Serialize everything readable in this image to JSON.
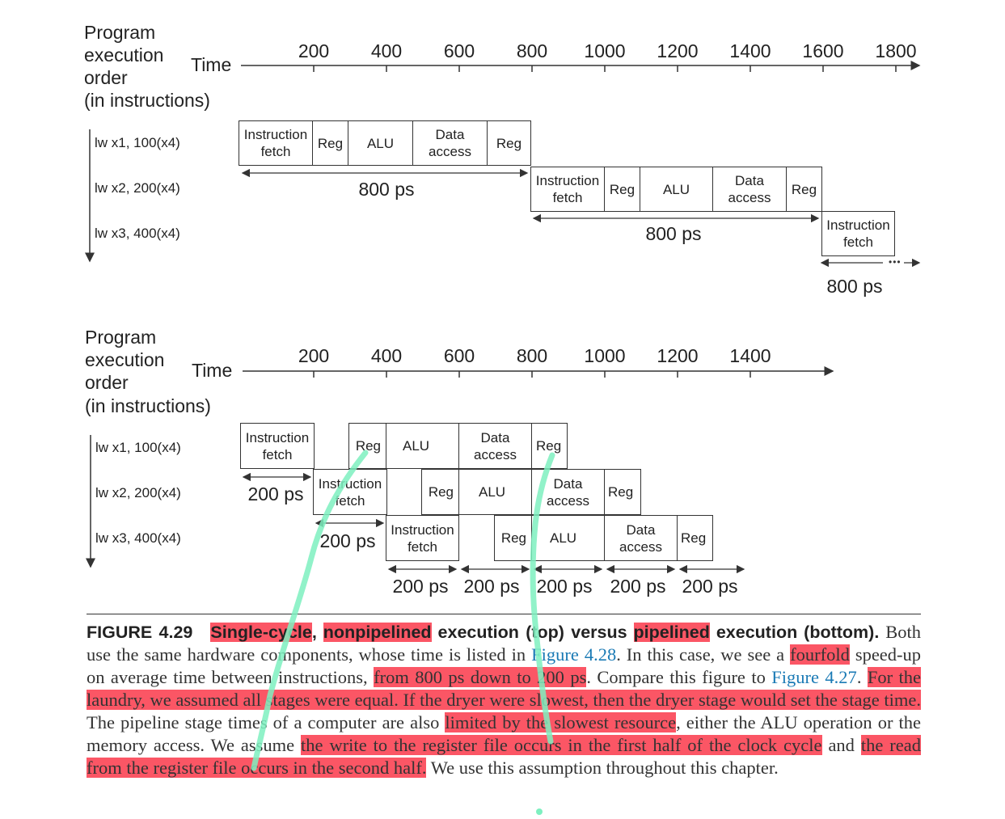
{
  "top_diagram": {
    "axis_title": [
      "Program",
      "execution",
      "order",
      "(in instructions)"
    ],
    "time_label": "Time",
    "ticks": [
      "200",
      "400",
      "600",
      "800",
      "1000",
      "1200",
      "1400",
      "1600",
      "1800"
    ],
    "instructions": [
      "lw x1, 100(x4)",
      "lw x2, 200(x4)",
      "lw x3, 400(x4)"
    ],
    "stages": {
      "fetch": "Instruction fetch",
      "reg": "Reg",
      "alu": "ALU",
      "data": "Data access"
    },
    "durations": [
      "800 ps",
      "800 ps",
      "800 ps"
    ],
    "ellipsis": "•••"
  },
  "bottom_diagram": {
    "axis_title": [
      "Program",
      "execution",
      "order",
      "(in instructions)"
    ],
    "time_label": "Time",
    "ticks": [
      "200",
      "400",
      "600",
      "800",
      "1000",
      "1200",
      "1400"
    ],
    "instructions": [
      "lw x1, 100(x4)",
      "lw x2, 200(x4)",
      "lw x3, 400(x4)"
    ],
    "stages": {
      "fetch": "Instruction fetch",
      "reg": "Reg",
      "alu": "ALU",
      "data": "Data access"
    },
    "side_durations": [
      "200 ps",
      "200 ps"
    ],
    "bottom_durations": [
      "200 ps",
      "200 ps",
      "200 ps",
      "200 ps",
      "200 ps"
    ]
  },
  "caption": {
    "figure_label": "FIGURE 4.29",
    "t1": "Single-cycle",
    "t2": ",",
    "t3": "nonpipelined",
    "t4": "execution (top) versus",
    "t5": "pipelined",
    "t6": "execution",
    "t7": "(bottom).",
    "t8": "Both use the same hardware components, whose time is listed in",
    "link1": "Figure 4.28",
    "t9": ". In this case, we see a",
    "t10": "fourfold",
    "t11": "speed-up on average time between instructions,",
    "t12": "from 800 ps down to 200 ps",
    "t13": ". Compare this figure to",
    "link2": "Figure 4.27",
    "t14": ".",
    "t15": "For the laundry, we assumed all stages were equal. If the dryer were slowest, then the dryer stage would set the stage time.",
    "t16": "The pipeline stage times of a computer are also",
    "t17": "limited by the slowest resource",
    "t18": ", either the ALU operation or the memory access. We assume",
    "t19": "the write to the register file occurs in the first half of the clock cycle",
    "t20": "and",
    "t21": "the read from the register file occurs in the second half.",
    "t22": "We use this assumption throughout this chapter."
  },
  "colors": {
    "highlight": "#fa263a",
    "annotation_stroke": "#7ef0c0",
    "link": "#1a7ab5"
  }
}
